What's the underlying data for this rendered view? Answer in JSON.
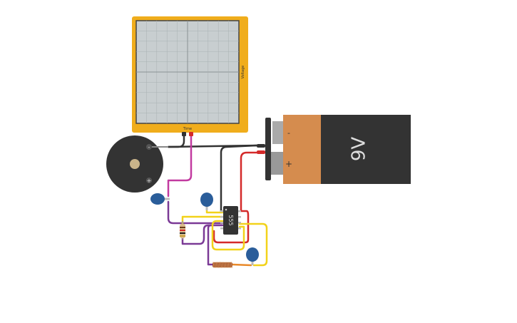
{
  "oscilloscope": {
    "x_axis_label": "Time",
    "y_axis_label": "Voltage"
  },
  "battery": {
    "voltage_label": "9V",
    "negative_symbol": "-",
    "positive_symbol": "+"
  },
  "timer_ic": {
    "label": "555"
  },
  "piezo": {
    "negative_symbol": "-",
    "positive_symbol": "+"
  },
  "colors": {
    "oscilloscope_frame": "#f0ad1c",
    "screen": "#c8ced0",
    "battery_body": "#333333",
    "battery_label_band": "#d58c4e",
    "wire_black": "#333333",
    "wire_red": "#d42a2a",
    "wire_magenta": "#c23aa0",
    "wire_purple": "#7b3a96",
    "wire_yellow": "#f2d21a",
    "wire_orange": "#e98a2a",
    "capacitor": "#2a5d9a"
  }
}
